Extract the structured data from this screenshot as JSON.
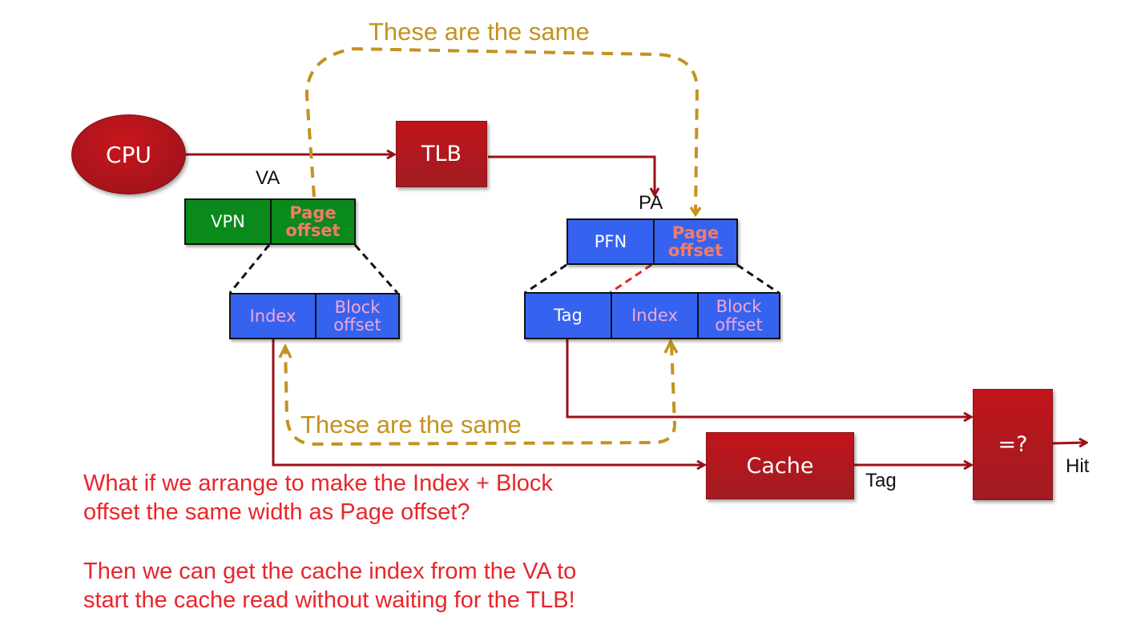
{
  "diagram": {
    "title_note_top": "These are the same",
    "title_note_bottom": "These are the same",
    "nodes": {
      "cpu": "CPU",
      "tlb": "TLB",
      "cache": "Cache",
      "compare": "=?"
    },
    "labels": {
      "va": "VA",
      "pa": "PA",
      "cache_tag_out": "Tag",
      "hit": "Hit"
    },
    "va_fields": [
      {
        "label": "VPN"
      },
      {
        "label": "Page offset"
      }
    ],
    "va_split_fields": [
      {
        "label": "Index"
      },
      {
        "label": "Block offset"
      }
    ],
    "pa_fields": [
      {
        "label": "PFN"
      },
      {
        "label": "Page offset"
      }
    ],
    "pa_split_fields": [
      {
        "label": "Tag"
      },
      {
        "label": "Index"
      },
      {
        "label": "Block offset"
      }
    ],
    "explanation": [
      "What if we arrange to make the Index + Block",
      "offset the same width as Page offset?",
      "Then we can get the cache index from the VA to",
      "start the cache read without waiting for the TLB!"
    ],
    "colors": {
      "wire": "#9b1118",
      "annotation": "#c4921f",
      "explanation_text": "#e8262b",
      "va_field": "#0a8a1a",
      "pa_field": "#3563f0",
      "box_red": "#b8161c"
    }
  }
}
